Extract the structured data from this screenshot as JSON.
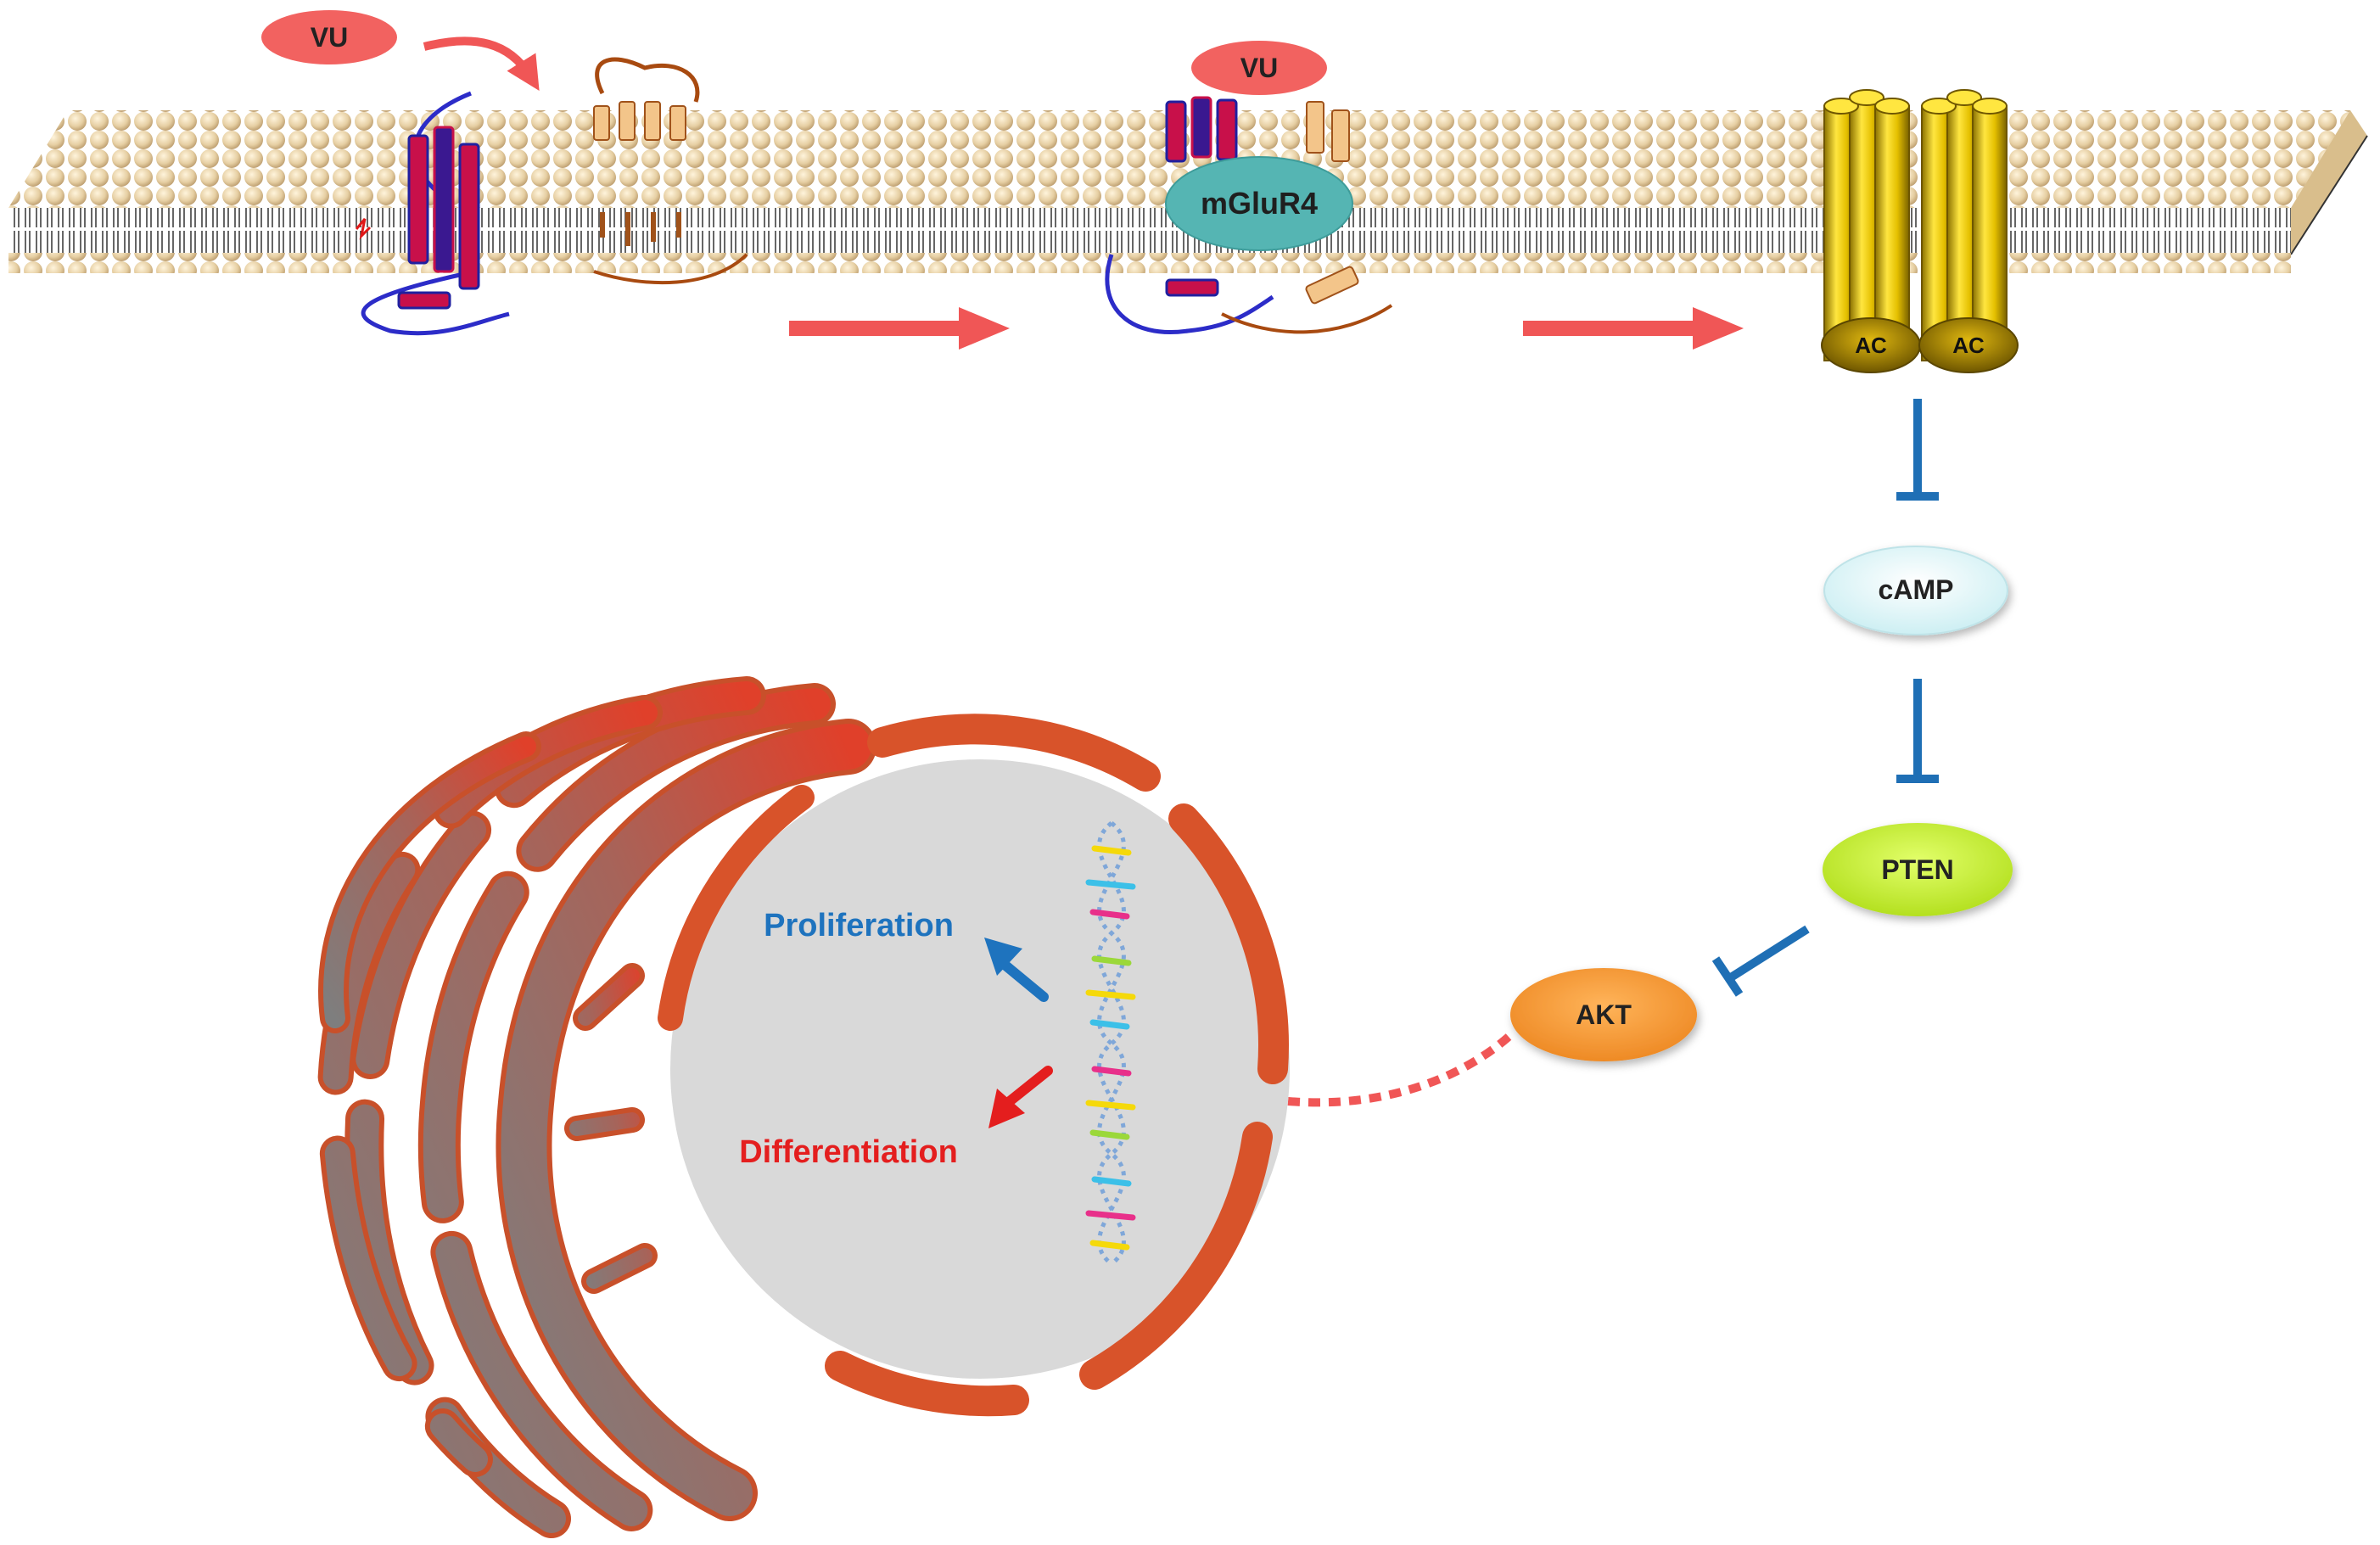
{
  "labels": {
    "vu_1": "VU",
    "vu_2": "VU",
    "receptor": "mGluR4",
    "ac_1": "AC",
    "ac_2": "AC",
    "camp": "cAMP",
    "pten": "PTEN",
    "akt": "AKT",
    "proliferation": "Proliferation",
    "differentiation": "Differentiation"
  },
  "colors": {
    "membrane_head": "#E6CFA3",
    "vu_oval": "#F26260",
    "receptor_oval": "#55B5B3",
    "ac_cylinder": "#E5C000",
    "camp_oval": "#DDF6F8",
    "pten_oval": "#C8F03A",
    "akt_oval": "#F4983A",
    "activation_arrow": "#F05656",
    "inhibition_line": "#1F6FB5",
    "proliferation_text": "#1E73BE",
    "differentiation_text": "#E41E1E",
    "nucleus_fill": "#D9D9D9",
    "nuclear_envelope": "#D8532A",
    "er_fill": "#9B6E6A",
    "er_outline": "#C8502A"
  }
}
